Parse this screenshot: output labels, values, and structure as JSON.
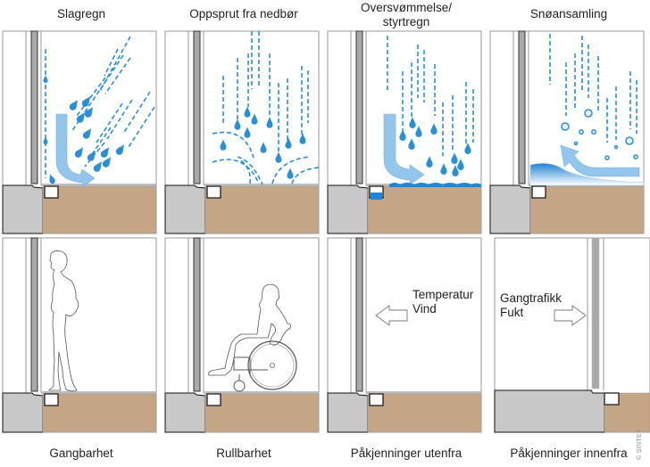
{
  "figure": {
    "copyright": "© SINTEF",
    "colors": {
      "rain": "#2b8fd6",
      "arrow_fill": "#8fc3ec",
      "soil": "#c4a687",
      "concrete": "#c8c8c8",
      "wall": "#a9a9a9",
      "water": "#1e88d8",
      "outline": "#111111",
      "frame": "#9a9a9a"
    },
    "top_row": [
      {
        "title": "Slagregn",
        "scene": "driving-rain"
      },
      {
        "title": "Oppsprut fra nedbør",
        "scene": "splash"
      },
      {
        "title_line1": "Oversvømmelse/",
        "title_line2": "styrtregn",
        "scene": "flooding"
      },
      {
        "title": "Snøansamling",
        "scene": "snow"
      }
    ],
    "bottom_row": [
      {
        "caption": "Gangbarhet",
        "scene": "walking-person"
      },
      {
        "caption": "Rullbarhet",
        "scene": "wheelchair-user"
      },
      {
        "caption": "Påkjenninger utenfra",
        "scene": "outside-loads",
        "annotation_line1": "Temperatur",
        "annotation_line2": "Vind",
        "arrow": "left-arrow"
      },
      {
        "caption": "Påkjenninger innenfra",
        "scene": "inside-loads",
        "annotation_line1": "Gangtrafikk",
        "annotation_line2": "Fukt",
        "arrow": "right-arrow"
      }
    ]
  }
}
